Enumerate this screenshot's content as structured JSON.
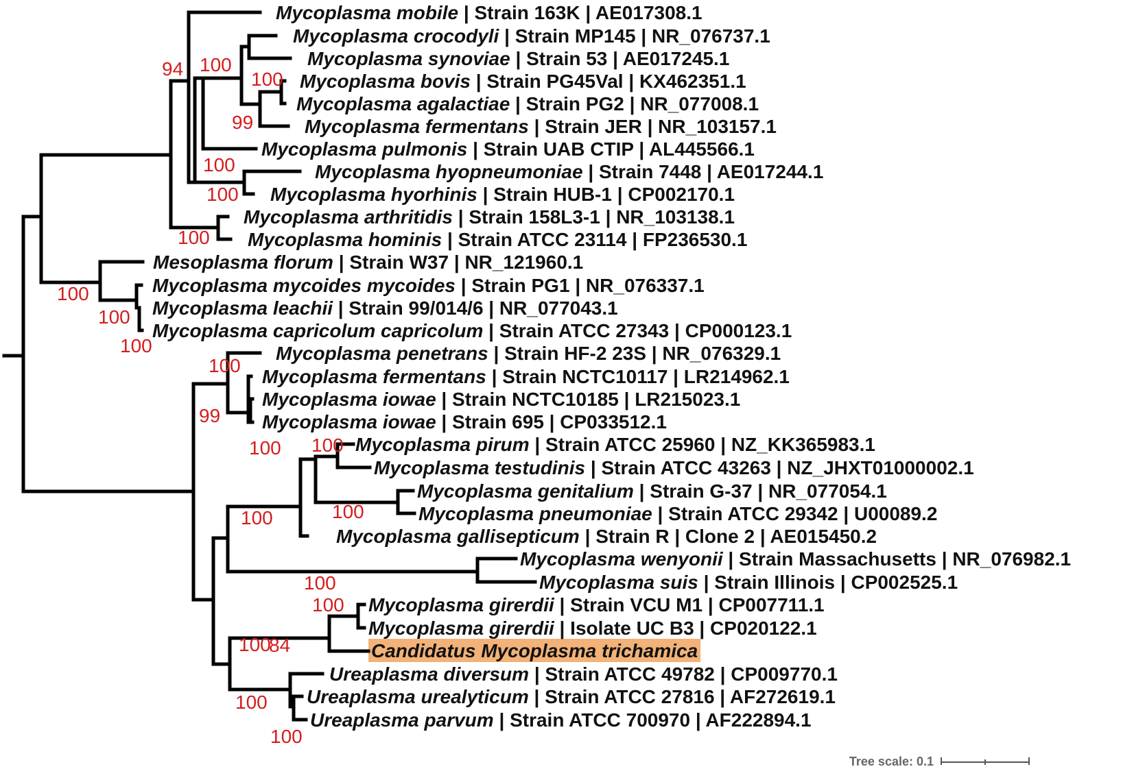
{
  "leaves": [
    {
      "species": "Mycoplasma mobile",
      "info": " | Strain 163K | AE017308.1"
    },
    {
      "species": "Mycoplasma crocodyli",
      "info": " | Strain MP145 | NR_076737.1"
    },
    {
      "species": "Mycoplasma synoviae",
      "info": " | Strain 53 | AE017245.1"
    },
    {
      "species": "Mycoplasma bovis",
      "info": " | Strain PG45Val | KX462351.1"
    },
    {
      "species": "Mycoplasma agalactiae",
      "info": " | Strain PG2 | NR_077008.1"
    },
    {
      "species": "Mycoplasma fermentans",
      "info": " | Strain JER | NR_103157.1"
    },
    {
      "species": "Mycoplasma pulmonis",
      "info": " | Strain UAB CTIP | AL445566.1"
    },
    {
      "species": "Mycoplasma hyopneumoniae",
      "info": " | Strain 7448 | AE017244.1"
    },
    {
      "species": "Mycoplasma hyorhinis",
      "info": " | Strain HUB-1 | CP002170.1"
    },
    {
      "species": "Mycoplasma arthritidis",
      "info": " | Strain 158L3-1 | NR_103138.1"
    },
    {
      "species": "Mycoplasma hominis",
      "info": " | Strain ATCC 23114 | FP236530.1"
    },
    {
      "species": "Mesoplasma florum",
      "info": " | Strain W37 | NR_121960.1"
    },
    {
      "species": "Mycoplasma mycoides mycoides",
      "info": " | Strain PG1 | NR_076337.1"
    },
    {
      "species": "Mycoplasma leachii",
      "info": " | Strain 99/014/6 | NR_077043.1"
    },
    {
      "species": "Mycoplasma capricolum capricolum",
      "info": " | Strain ATCC 27343 | CP000123.1"
    },
    {
      "species": "Mycoplasma penetrans",
      "info": " | Strain HF-2 23S | NR_076329.1"
    },
    {
      "species": "Mycoplasma fermentans",
      "info": " | Strain NCTC10117 | LR214962.1"
    },
    {
      "species": "Mycoplasma iowae",
      "info": " | Strain NCTC10185 | LR215023.1"
    },
    {
      "species": "Mycoplasma iowae",
      "info": " | Strain 695 | CP033512.1"
    },
    {
      "species": "Mycoplasma pirum",
      "info": " | Strain ATCC 25960 | NZ_KK365983.1"
    },
    {
      "species": "Mycoplasma testudinis",
      "info": " | Strain ATCC 43263 | NZ_JHXT01000002.1"
    },
    {
      "species": "Mycoplasma genitalium",
      "info": " | Strain G-37 | NR_077054.1"
    },
    {
      "species": "Mycoplasma pneumoniae",
      "info": " | Strain ATCC 29342 | U00089.2"
    },
    {
      "species": "Mycoplasma gallisepticum",
      "info": " | Strain R | Clone 2 | AE015450.2"
    },
    {
      "species": "Mycoplasma wenyonii",
      "info": " | Strain Massachusetts | NR_076982.1"
    },
    {
      "species": "Mycoplasma suis",
      "info": " | Strain Illinois | CP002525.1"
    },
    {
      "species": "Mycoplasma girerdii",
      "info": " | Strain VCU M1 | CP007711.1"
    },
    {
      "species": "Mycoplasma girerdii",
      "info": " | Isolate UC B3 | CP020122.1"
    },
    {
      "species": "Candidatus Mycoplasma trichamica",
      "info": "",
      "highlight": true
    },
    {
      "species": "Ureaplasma diversum",
      "info": " | Strain ATCC 49782 | CP009770.1"
    },
    {
      "species": "Ureaplasma urealyticum",
      "info": " | Strain ATCC 27816 | AF272619.1"
    },
    {
      "species": "Ureaplasma parvum",
      "info": " | Strain ATCC 700970 | AF222894.1"
    }
  ],
  "bootstrap": [
    "94",
    "100",
    "100",
    "99",
    "100",
    "100",
    "100",
    "100",
    "100",
    "100",
    "100",
    "99",
    "100",
    "100",
    "100",
    "100",
    "100",
    "100",
    "100",
    "100",
    "100",
    "84"
  ],
  "highlight_color": "#f2b278",
  "support_color": "#d41d1d",
  "scale": {
    "label": "Tree scale: 0.1",
    "value": 0.1
  }
}
